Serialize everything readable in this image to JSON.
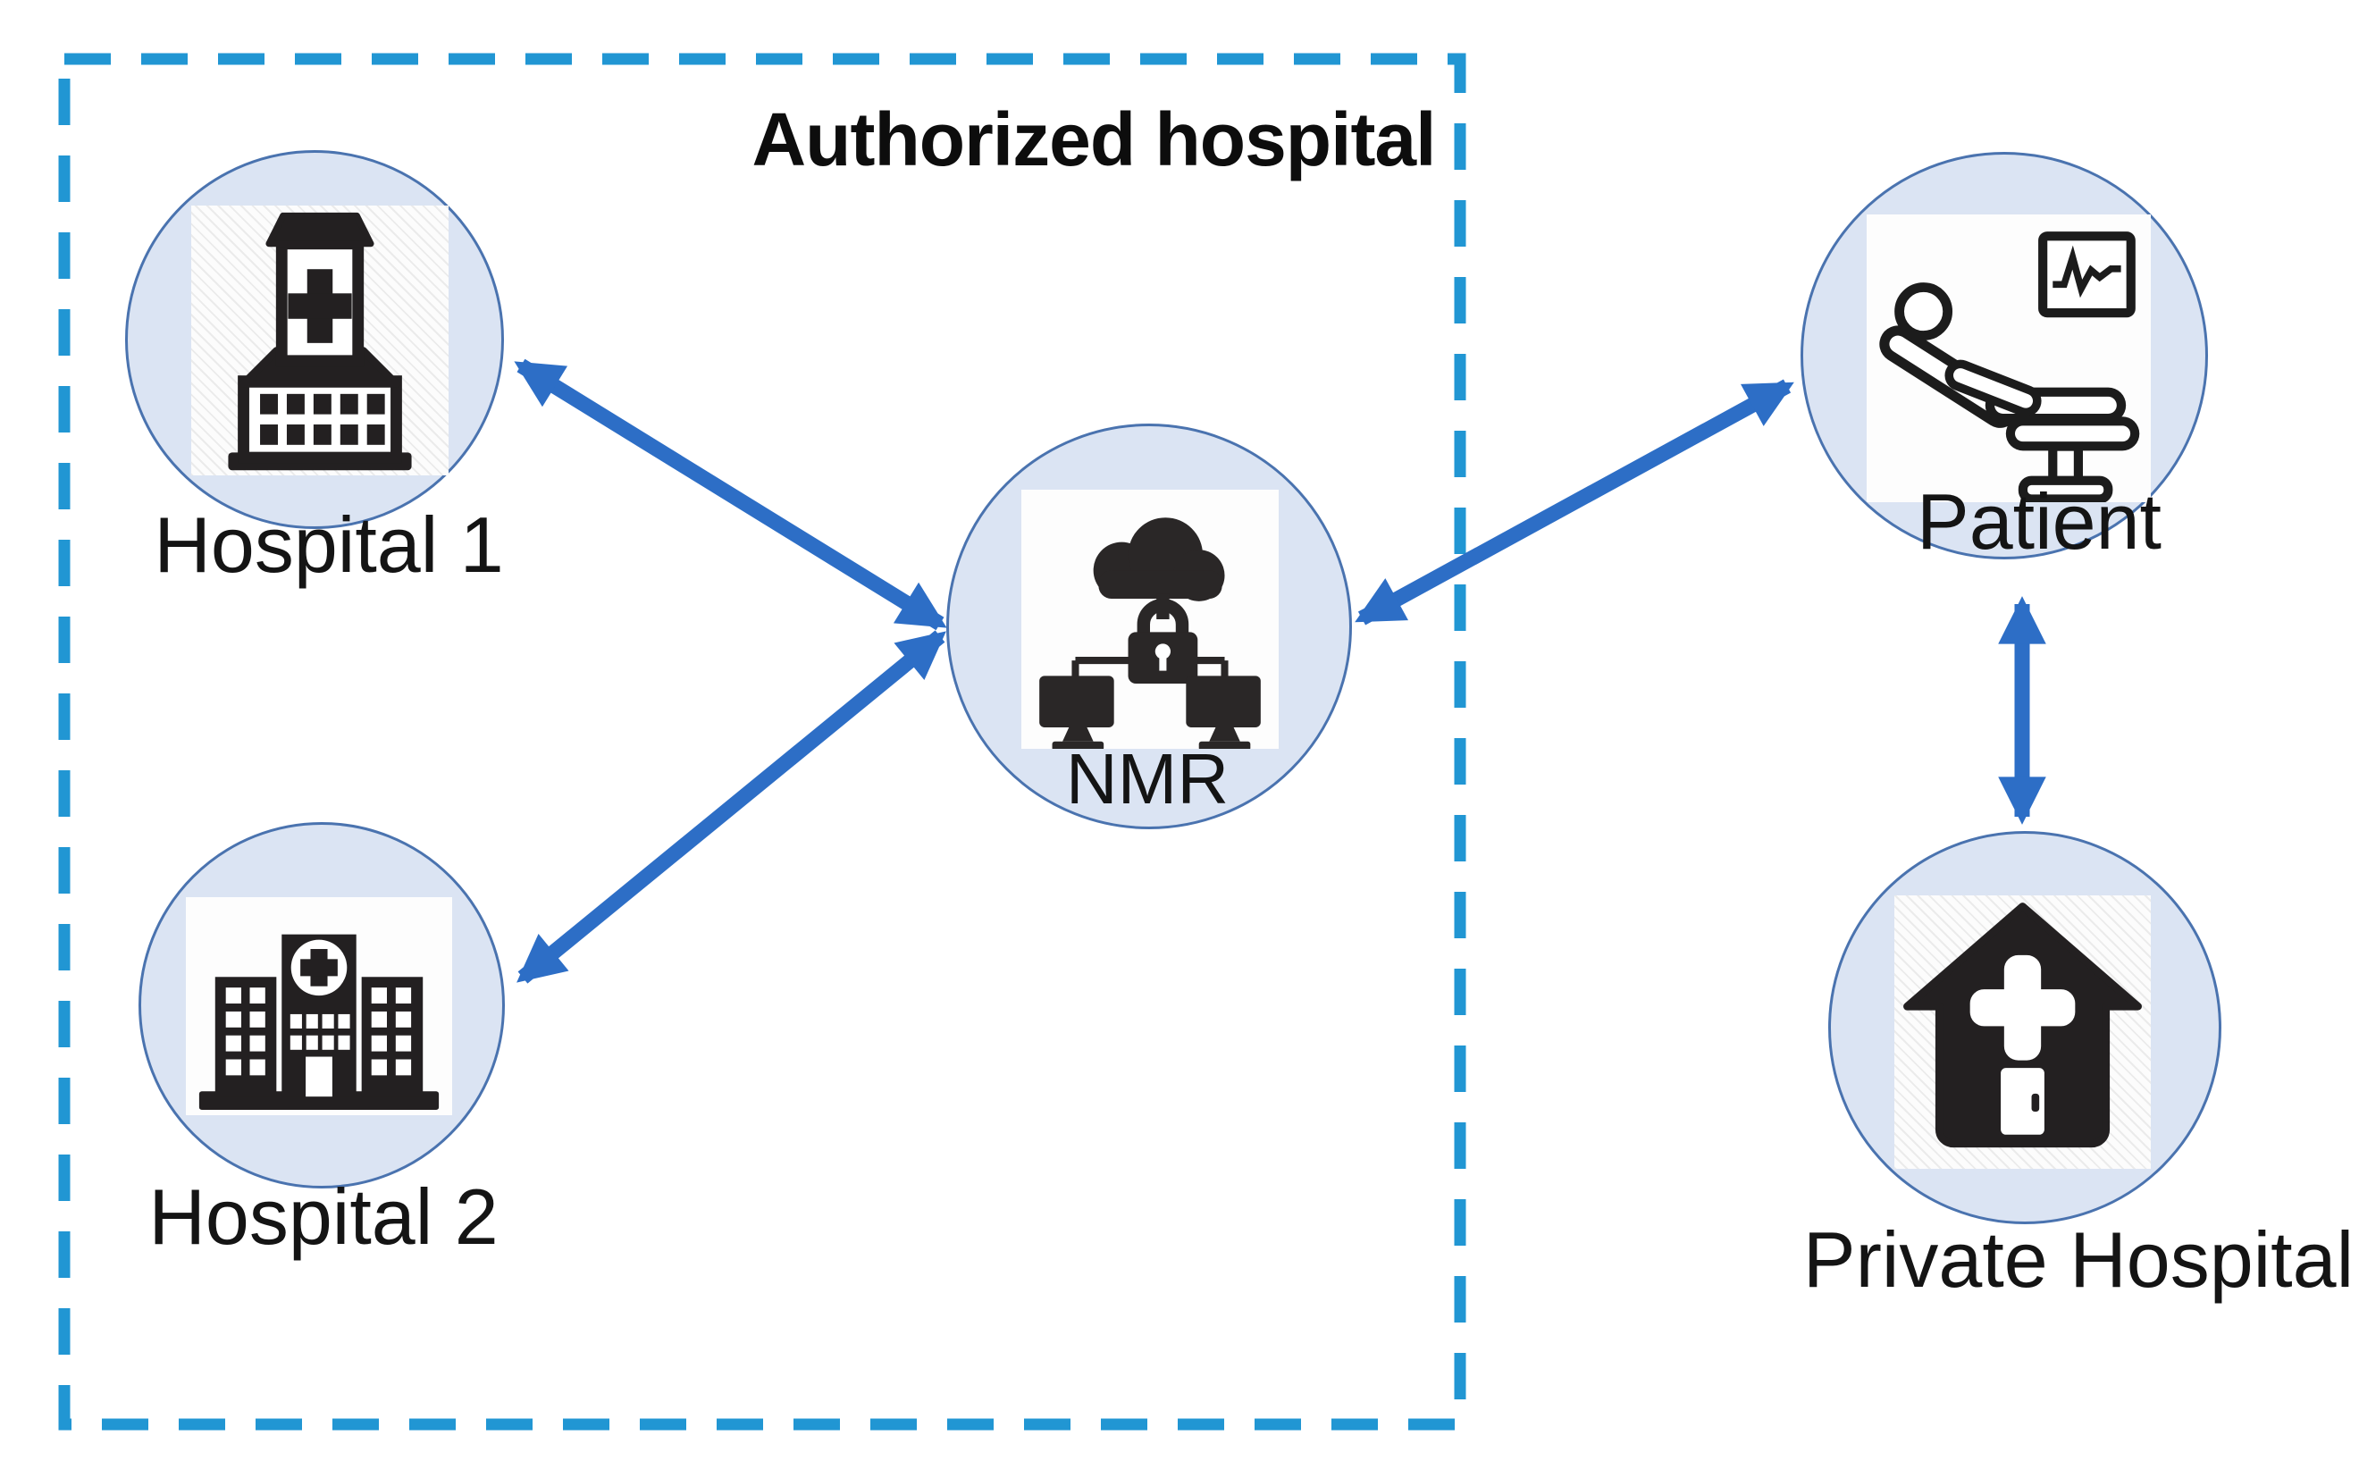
{
  "diagram": {
    "title": "Authorized hospital",
    "nodes": [
      {
        "id": "hospital-1",
        "label": "Hospital 1",
        "icon": "hospital-building-icon",
        "zone": "authorized"
      },
      {
        "id": "hospital-2",
        "label": "Hospital 2",
        "icon": "hospital-complex-icon",
        "zone": "authorized"
      },
      {
        "id": "nmr",
        "label": "NMR",
        "icon": "cloud-lock-network-icon",
        "zone": "authorized"
      },
      {
        "id": "patient",
        "label": "Patient",
        "icon": "patient-bed-icon",
        "zone": "external"
      },
      {
        "id": "private-hospital",
        "label": "Private Hospital",
        "icon": "private-hospital-icon",
        "zone": "external"
      }
    ],
    "edges": [
      {
        "from": "hospital-1",
        "to": "nmr",
        "bidirectional": true
      },
      {
        "from": "hospital-2",
        "to": "nmr",
        "bidirectional": true
      },
      {
        "from": "nmr",
        "to": "patient",
        "bidirectional": true
      },
      {
        "from": "patient",
        "to": "private-hospital",
        "bidirectional": true
      }
    ],
    "colors": {
      "dashed_border": "#2196d3",
      "arrow": "#2d6ec6",
      "node_fill": "#dbe4f3",
      "node_stroke": "#4a73af",
      "icon": "#232021",
      "text": "#141414",
      "background": "#ffffff"
    }
  }
}
